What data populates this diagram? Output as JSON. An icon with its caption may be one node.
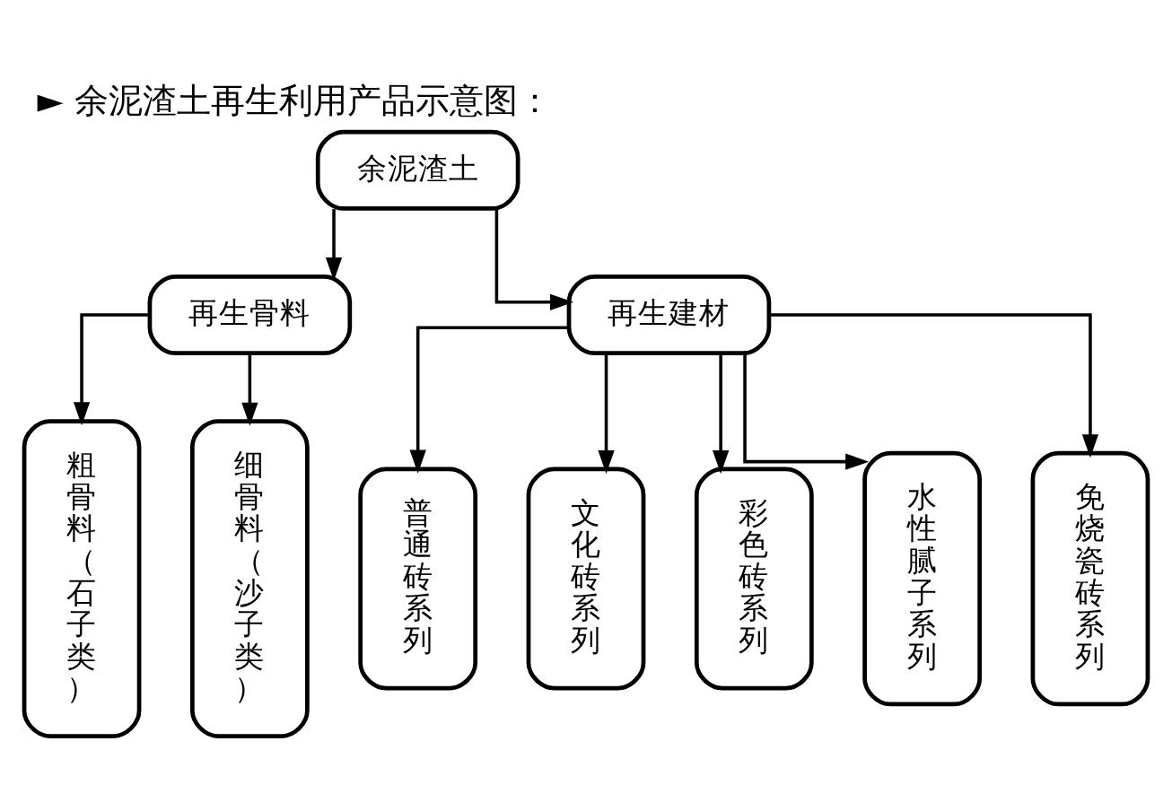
{
  "diagram": {
    "title": "► 余泥渣土再生利用产品示意图：",
    "nodes": [
      {
        "text": [
          "余泥渣土"
        ]
      },
      {
        "text": [
          "再生骨料"
        ]
      },
      {
        "text": [
          "再生建材"
        ]
      },
      {
        "text": [
          "粗骨料（石子类）"
        ]
      },
      {
        "text": [
          "细骨料（沙子类）"
        ]
      },
      {
        "text": [
          "普通砖系列"
        ]
      },
      {
        "text": [
          "文化砖系列"
        ]
      },
      {
        "text": [
          "彩色砖系列"
        ]
      },
      {
        "text": [
          "水性腻子系列"
        ]
      },
      {
        "text": [
          "免烧瓷砖系列"
        ]
      }
    ],
    "edges": [
      {
        "from": 0,
        "to": 1,
        "arrow": "to"
      },
      {
        "from": 0,
        "to": 2,
        "arrow": "to"
      },
      {
        "from": 1,
        "to": 3,
        "arrow": "to"
      },
      {
        "from": 1,
        "to": 4,
        "arrow": "to"
      },
      {
        "from": 2,
        "to": 5,
        "arrow": "to"
      },
      {
        "from": 2,
        "to": 6,
        "arrow": "to"
      },
      {
        "from": 2,
        "to": 7,
        "arrow": "to"
      },
      {
        "from": 2,
        "to": 8,
        "arrow": "to"
      },
      {
        "from": 2,
        "to": 9,
        "arrow": "to"
      }
    ]
  }
}
